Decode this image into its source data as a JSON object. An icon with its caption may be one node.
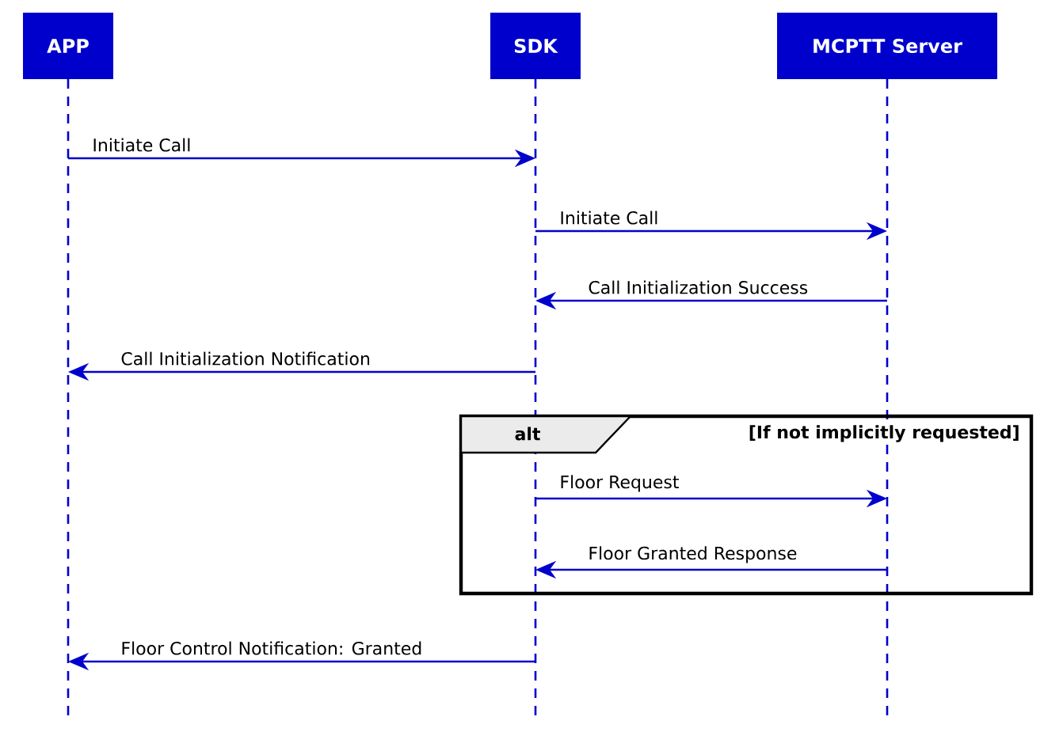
{
  "diagram": {
    "nodes": [
      {
        "text": [
          "APP"
        ]
      },
      {
        "text": [
          "SDK"
        ]
      },
      {
        "text": [
          "MCPTT Server"
        ]
      }
    ],
    "labels": [
      "alt",
      "[If not implicitly requested]"
    ],
    "edges": [
      {
        "from": 0,
        "to": 1,
        "arrow": "to",
        "label": "Initiate Call"
      },
      {
        "from": 1,
        "to": 2,
        "arrow": "to",
        "label": "Initiate Call"
      },
      {
        "from": 2,
        "to": 1,
        "arrow": "to",
        "label": "Call Initialization Success"
      },
      {
        "from": 1,
        "to": 0,
        "arrow": "to",
        "label": "Call Initialization Notification"
      },
      {
        "from": 1,
        "to": 2,
        "arrow": "to",
        "label": "Floor Request"
      },
      {
        "from": 2,
        "to": 1,
        "arrow": "to",
        "label": "Floor Granted Response"
      },
      {
        "from": 1,
        "to": 0,
        "arrow": "to",
        "label": "Floor Control Notification: Granted"
      }
    ]
  }
}
